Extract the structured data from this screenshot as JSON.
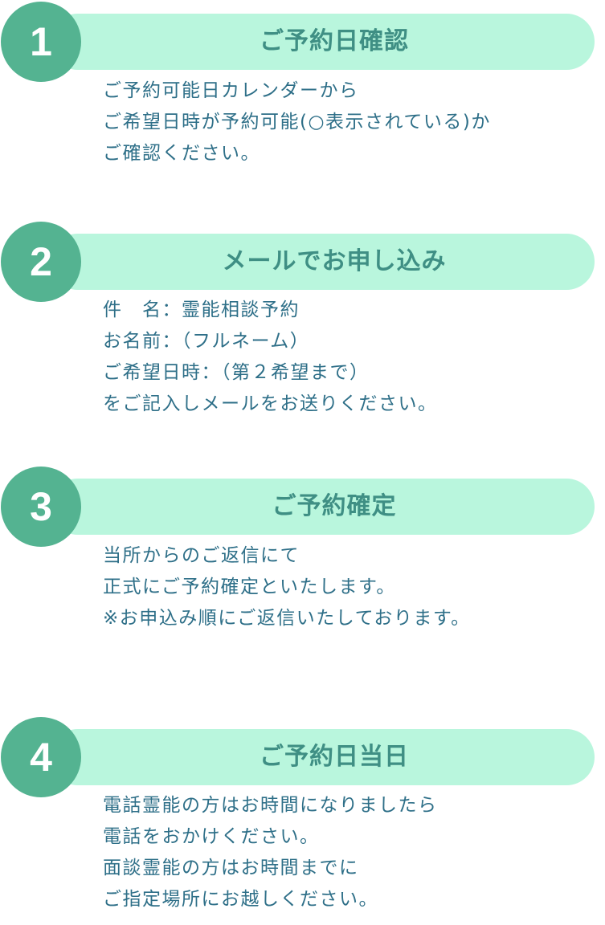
{
  "steps": [
    {
      "number": "1",
      "title": "ご予約日確認",
      "lines": [
        "ご予約可能日カレンダーから",
        "ご希望日時が予約可能(○表示されている)か",
        "ご確認ください。"
      ]
    },
    {
      "number": "2",
      "title": "メールでお申し込み",
      "lines": [
        "件　名：霊能相談予約",
        "お名前：（フルネーム）",
        "ご希望日時：（第２希望まで）",
        "をご記入しメールをお送りください。"
      ]
    },
    {
      "number": "3",
      "title": "ご予約確定",
      "lines": [
        "当所からのご返信にて",
        "正式にご予約確定といたします。",
        "※お申込み順にご返信いたしております。"
      ]
    },
    {
      "number": "4",
      "title": "ご予約日当日",
      "lines": [
        "電話霊能の方はお時間になりましたら",
        "電話をおかけください。",
        "面談霊能の方はお時間までに",
        "ご指定場所にお越しください。"
      ]
    }
  ]
}
